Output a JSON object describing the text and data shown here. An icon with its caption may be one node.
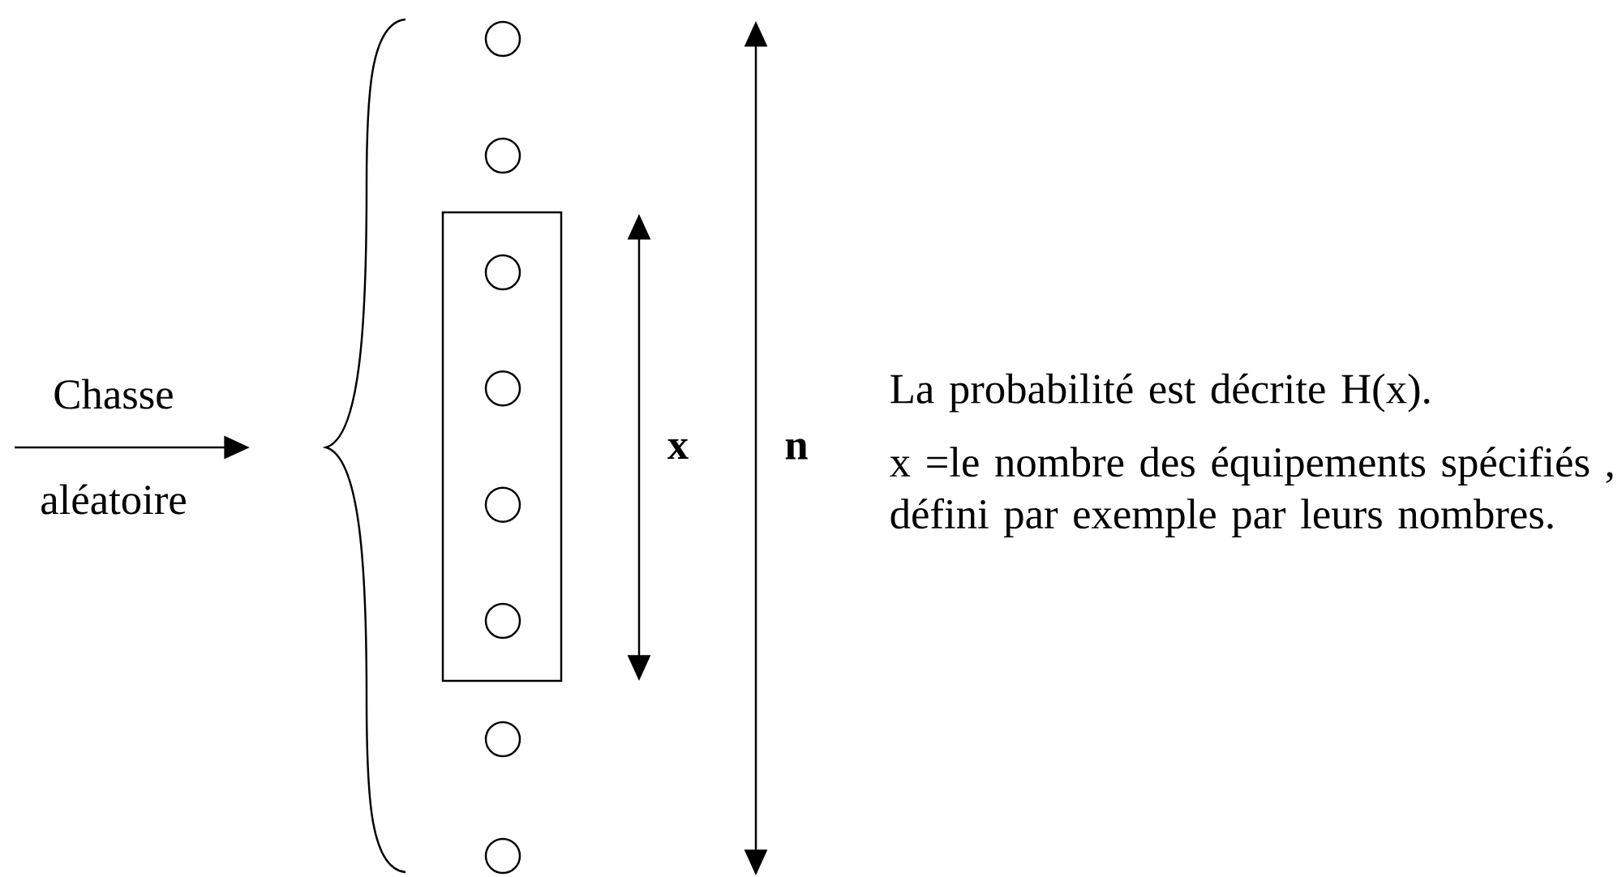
{
  "diagram": {
    "nodes": [
      {
        "text": [],
        "shape": "circle"
      },
      {
        "text": [],
        "shape": "circle"
      },
      {
        "text": [],
        "shape": "box"
      },
      {
        "text": [],
        "shape": "circle",
        "in": 2
      },
      {
        "text": [],
        "shape": "circle",
        "in": 2
      },
      {
        "text": [],
        "shape": "circle",
        "in": 2
      },
      {
        "text": [],
        "shape": "circle",
        "in": 2
      },
      {
        "text": [],
        "shape": "circle"
      },
      {
        "text": [],
        "shape": "circle"
      }
    ],
    "labels": [
      "Chasse",
      "aléatoire",
      "x",
      "n",
      "La probabilité est décrite H(x).",
      "x =le nombre des équipements spécifiés , défini par exemple par leurs nombres."
    ]
  }
}
